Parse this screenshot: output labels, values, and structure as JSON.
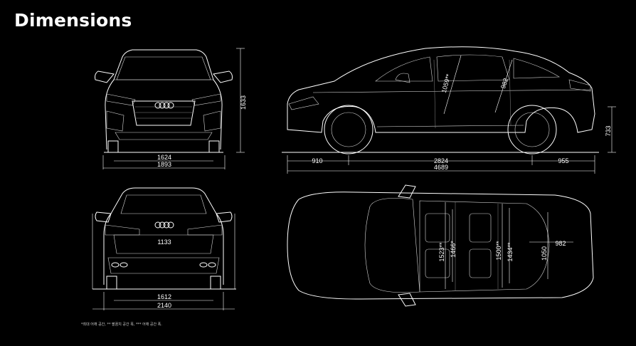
{
  "title": "Dimensions",
  "colors": {
    "background": "#000000",
    "line": "#ffffff"
  },
  "dimensions": {
    "front_height": "1633",
    "front_track": "1624",
    "front_width": "1893",
    "side_front_overhang": "910",
    "side_wheelbase": "2824",
    "side_rear_overhang": "955",
    "side_length": "4689",
    "side_rear_height": "733",
    "side_headroom_front": "1059**",
    "side_headroom_rear": "982",
    "rear_track": "1612",
    "rear_width": "2140",
    "rear_label": "1133",
    "top_front_shoulder": "1523**",
    "top_front_elbow": "1466*",
    "top_rear_shoulder": "1500**",
    "top_rear_elbow": "1434**",
    "top_trunk_length": "982",
    "top_trunk_width": "1050"
  },
  "footnote": "*최대 어깨 공간, ** 팔꿈치 공간 폭, *** 어깨 공간 폭."
}
